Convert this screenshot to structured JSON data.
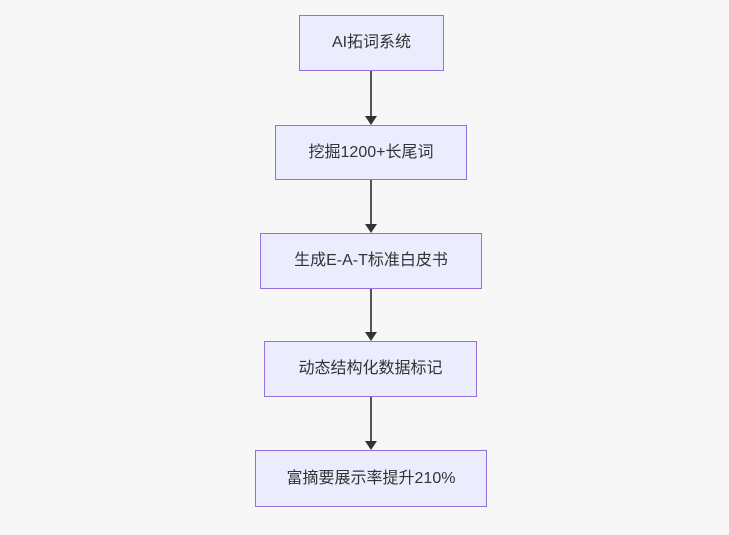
{
  "diagram": {
    "type": "flowchart-top-down",
    "nodes": [
      {
        "id": "step-1",
        "label": "AI拓词系统"
      },
      {
        "id": "step-2",
        "label": "挖掘1200+长尾词"
      },
      {
        "id": "step-3",
        "label": "生成E-A-T标准白皮书"
      },
      {
        "id": "step-4",
        "label": "动态结构化数据标记"
      },
      {
        "id": "step-5",
        "label": "富摘要展示率提升210%"
      }
    ],
    "edges": [
      {
        "from": "step-1",
        "to": "step-2",
        "style": "arrow-down"
      },
      {
        "from": "step-2",
        "to": "step-3",
        "style": "arrow-down"
      },
      {
        "from": "step-3",
        "to": "step-4",
        "style": "arrow-down"
      },
      {
        "from": "step-4",
        "to": "step-5",
        "style": "arrow-down"
      }
    ],
    "colors": {
      "background": "#f7f7f7",
      "node_fill": "#ECECFF",
      "node_border": "#9370DB",
      "edge_line": "#555555",
      "edge_arrowhead": "#333333",
      "text": "#333333"
    }
  }
}
